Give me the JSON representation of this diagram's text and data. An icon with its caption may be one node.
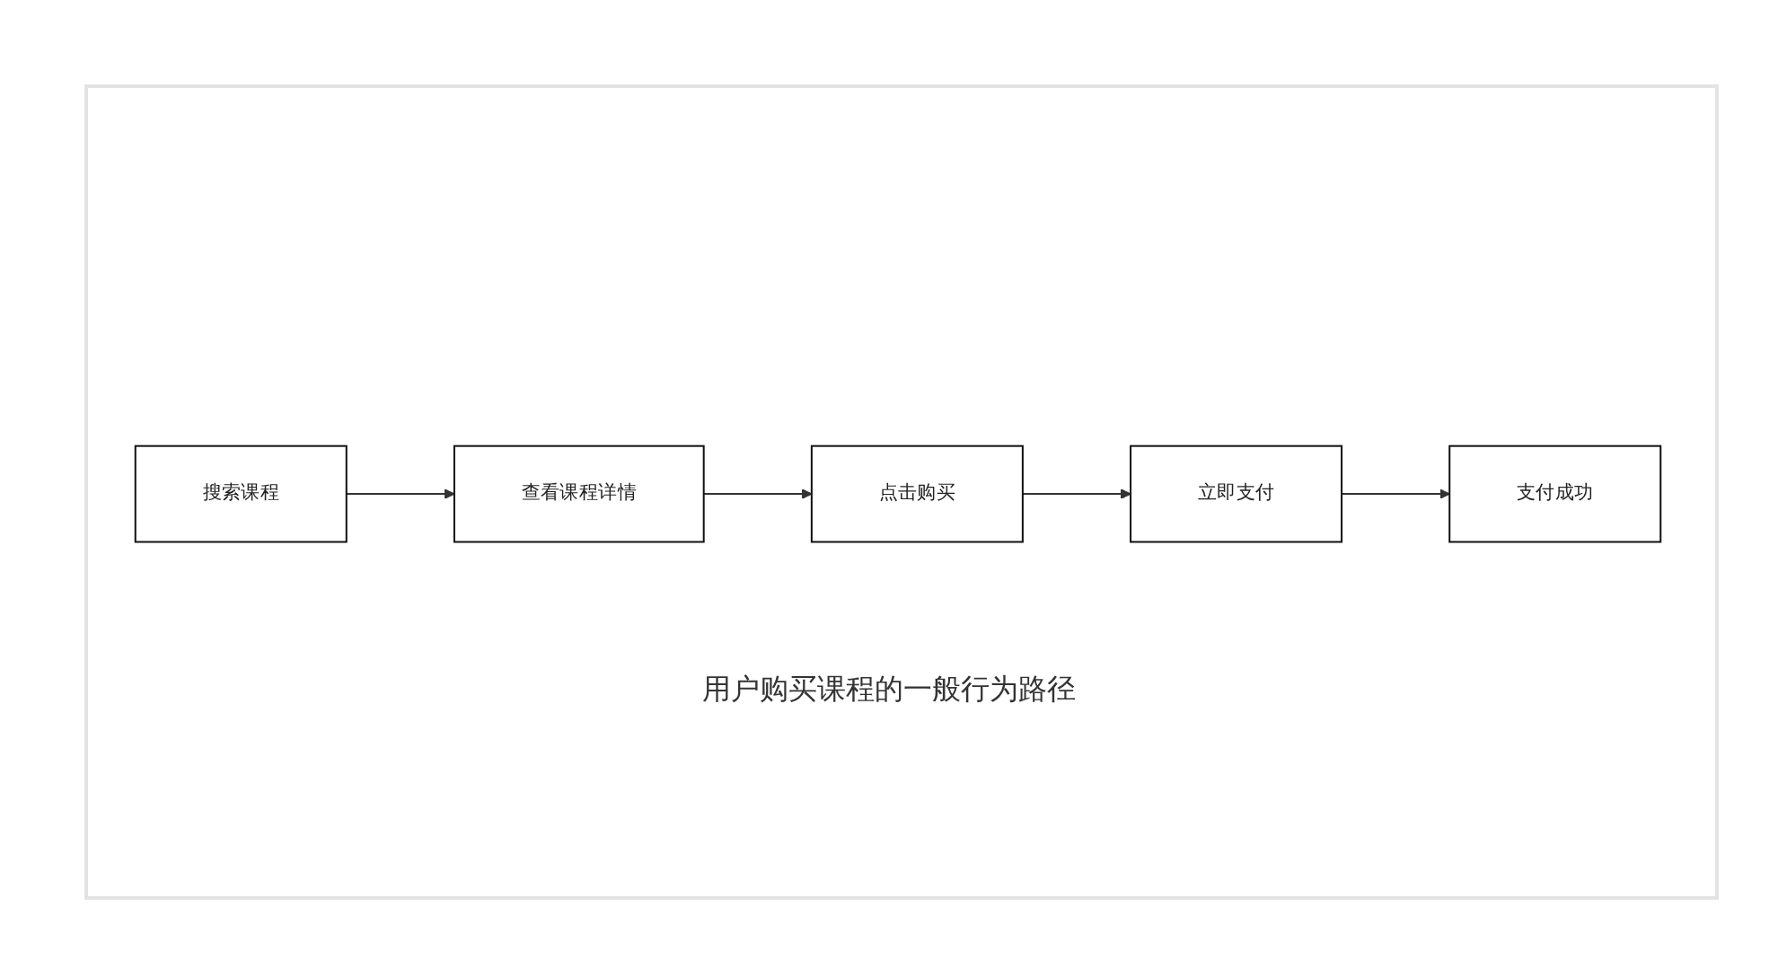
{
  "diagram": {
    "caption": "用户购买课程的一般行为路径",
    "nodes": [
      {
        "text": [
          "搜索课程"
        ]
      },
      {
        "text": [
          "查看课程详情"
        ]
      },
      {
        "text": [
          "点击购买"
        ]
      },
      {
        "text": [
          "立即支付"
        ]
      },
      {
        "text": [
          "支付成功"
        ]
      }
    ],
    "edges": [
      {
        "from": 0,
        "to": 1,
        "arrow": "to"
      },
      {
        "from": 1,
        "to": 2,
        "arrow": "to"
      },
      {
        "from": 2,
        "to": 3,
        "arrow": "to"
      },
      {
        "from": 3,
        "to": 4,
        "arrow": "to"
      }
    ]
  }
}
